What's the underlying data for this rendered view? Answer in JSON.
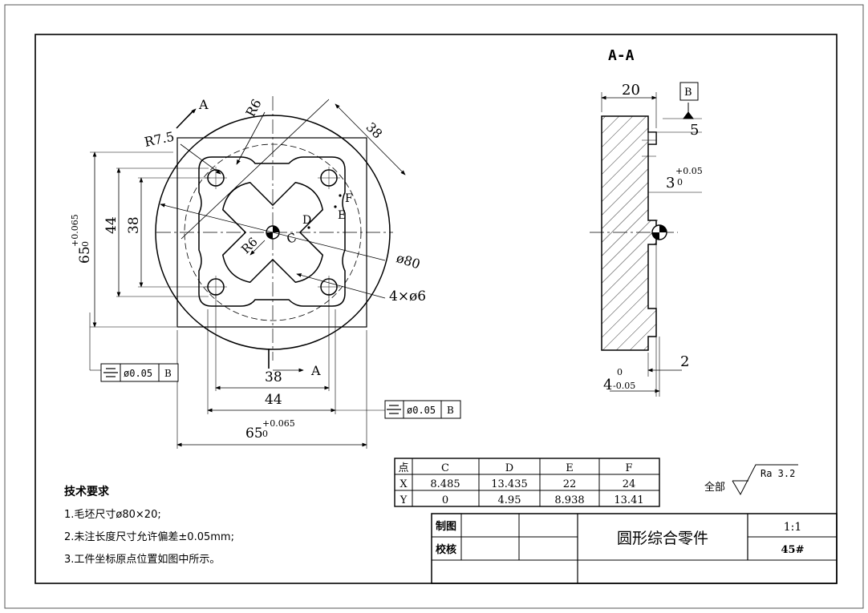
{
  "section_title": "A-A",
  "datum_label": "B",
  "section_cut_label": "A",
  "plan_dims": {
    "r_small_corner": "R6",
    "r_large": "R7.5",
    "diag_38": "38",
    "dim_44": "44",
    "dim_38": "38",
    "dim_65_base": "65",
    "tol_upper": "+0.065",
    "tol_lower": "0",
    "r_center": "R6",
    "dia_80": "ø80",
    "holes": "4×ø6",
    "pt_C": "C",
    "pt_D": "D",
    "pt_E": "E",
    "pt_F": "F"
  },
  "sym_frame_left": {
    "tol": "ø0.05",
    "datum": "B"
  },
  "sym_frame_bottom": {
    "tol": "ø0.05",
    "datum": "B"
  },
  "section_dims": {
    "width_20": "20",
    "depth_5": "5",
    "depth_3": "3",
    "tol_3_up": "+0.05",
    "tol_3_low": "0",
    "dim_2": "2",
    "dim_4": "4",
    "tol_4_up": "0",
    "tol_4_low": "-0.05"
  },
  "coord_table": {
    "header": [
      "点",
      "C",
      "D",
      "E",
      "F"
    ],
    "rows": [
      [
        "X",
        "8.485",
        "13.435",
        "22",
        "24"
      ],
      [
        "Y",
        "0",
        "4.95",
        "8.938",
        "13.41"
      ]
    ]
  },
  "roughness": {
    "prefix": "全部",
    "value": "Ra 3.2"
  },
  "tech_req": {
    "title": "技术要求",
    "items": [
      "1.毛坯尺寸ø80×20;",
      "2.未注长度尺寸允许偏差±0.05mm;",
      "3.工件坐标原点位置如图中所示。"
    ]
  },
  "title_block": {
    "drawn_label": "制图",
    "checked_label": "校核",
    "part_name": "圆形综合零件",
    "scale": "1:1",
    "material": "45#"
  }
}
